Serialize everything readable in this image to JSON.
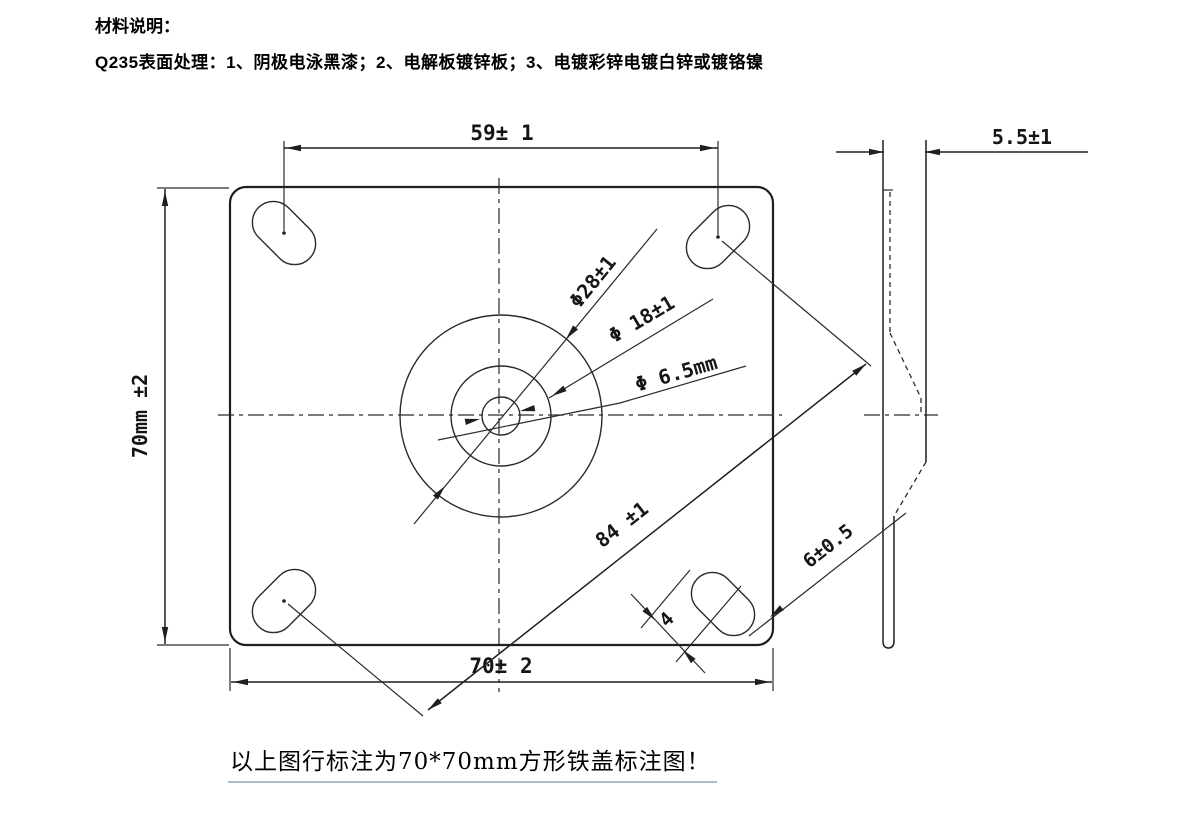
{
  "notes": {
    "title": "材料说明：",
    "body": "Q235表面处理：1、阴极电泳黑漆；2、电解板镀锌板；3、电镀彩锌电镀白锌或镀铬镍"
  },
  "caption": "以上图行标注为70*70mm方形铁盖标注图！",
  "dimensions": {
    "top_width": "59± 1",
    "side_thickness": "5.5±1",
    "left_height": "70mm ±2",
    "bottom_width": "70± 2",
    "diagonal_holes": "84 ±1",
    "boss_large_dia": "Φ28±1",
    "boss_mid_dia": "Φ 18±1",
    "center_hole_dia": "Φ 6.5mm",
    "slot_width": "6±0.5",
    "slot_length": "4"
  },
  "colors": {
    "line": "#1f1f1f",
    "caption_underline": "#a9bccf",
    "background": "#ffffff"
  }
}
